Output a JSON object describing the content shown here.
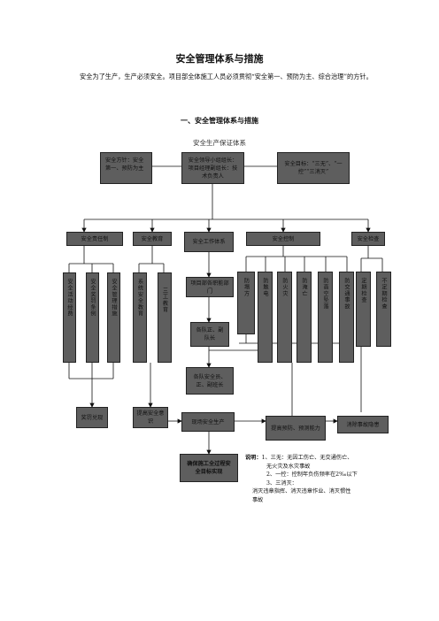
{
  "doc": {
    "title": "安全管理体系与措施",
    "intro": "安全为了生产，生产必须安全。项目部全体施工人员必须贯彻“安全第一、预防为主、综合治理”的方针。",
    "section_heading": "一、安全管理体系与措施",
    "chart_title": "安全生产保证体系"
  },
  "top": {
    "policy": "安全方针：安全第一、预防为主",
    "leader": "安全领导小组组长：项目经理副组长：技术负责人",
    "goal": "安全目标：“三无”、“一控”“三消灭”"
  },
  "row2": [
    "安全责任制",
    "安全教育",
    "安全工作体系",
    "安全控制",
    "安全检查"
  ],
  "verticals": {
    "resp1": "安全活动经费",
    "resp2": "安全奖罚条例",
    "resp3": "安全管理措施",
    "edu1": "系统安全教育",
    "edu2": "三工教育",
    "ctl1": "防塌方",
    "ctl2": "防触电",
    "ctl3": "防火灾",
    "ctl4": "防淹亡",
    "ctl5": "防高空坠落",
    "ctl6": "防交通事故",
    "chk1": "定期检查",
    "chk2": "不定期检查"
  },
  "work": {
    "w1": "项目部各职能部门",
    "w2": "各队正、副队长",
    "w3": "各队安全员、正、副班长"
  },
  "bottom": {
    "reward": "奖罚兑现",
    "awareness": "提高安全意识",
    "site": "现场安全生产",
    "ability": "提高预防、预测能力",
    "eliminate": "消除事故隐患",
    "ensure": "确保施工全过程安全目标实现"
  },
  "notes": {
    "label": "说明：",
    "n1": "1、三无：无因工伤亡、无交通伤亡、",
    "n1b": "无火灾及水灾事故",
    "n2": "2、一控：控制年负伤频率在2‰以下",
    "n3": "3、三消灭：",
    "n4": "消灭违章指挥、消灭违章作业、消灭惯性",
    "n5": "事故"
  }
}
